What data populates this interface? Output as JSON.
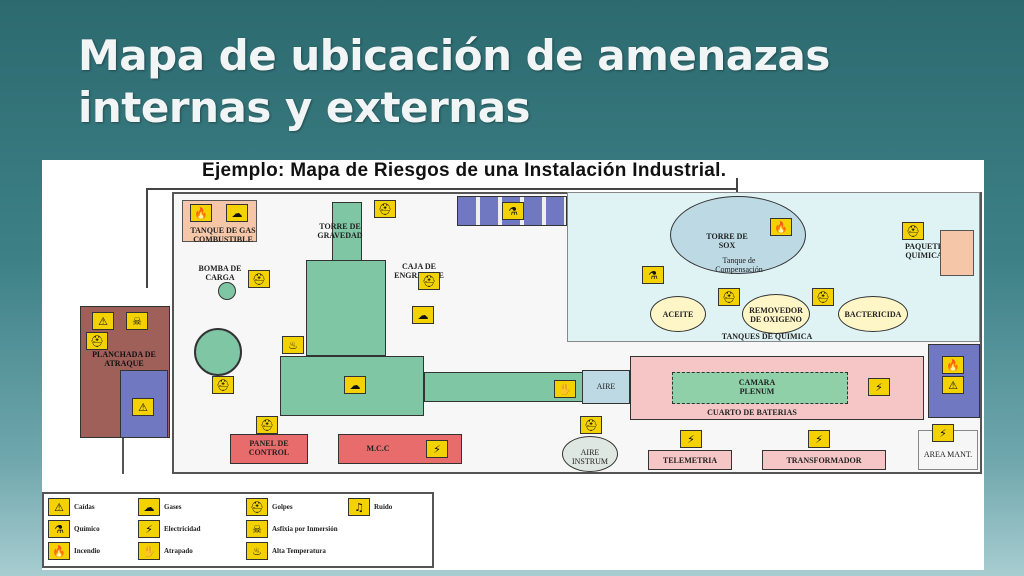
{
  "slide": {
    "title_line1": "Mapa de ubicación de amenazas",
    "title_line2": "internas y externas"
  },
  "figure": {
    "title": "Ejemplo: Mapa de Riesgos de una Instalación Industrial.",
    "labels": {
      "tanque_gas": "TANQUE DE GAS COMBUSTIBLE",
      "bomba": "BOMBA DE CARGA",
      "torre_gravedad": "TORRE DE GRAVEDAD",
      "caja_engranaje": "CAJA DE ENGRANAJE",
      "planchada": "PLANCHADA DE ATRAQUE",
      "panel_control": "PANEL DE CONTROL",
      "mcc": "M.C.C",
      "torre_sox": "TORRE DE SOX",
      "tanque_compensacion": "Tanque de Compensación",
      "paquete_quimica": "PAQUETE QUIMICA",
      "aceite": "ACEITE",
      "removedor": "REMOVEDOR DE OXIGENO",
      "bactericida": "BACTERICIDA",
      "tanques_quimica": "TANQUES DE QUIMICA",
      "camara_plenum": "CAMARA PLENUM",
      "cuarto_baterias": "CUARTO DE BATERIAS",
      "telemetria": "TELEMETRIA",
      "transformador": "TRANSFORMADOR",
      "aire_instrum": "AIRE INSTRUM",
      "aire": "AIRE",
      "area_mant": "AREA MANT."
    }
  },
  "legend": [
    {
      "icon": "caidas-icon",
      "glyph": "⚠",
      "label": "Caídas"
    },
    {
      "icon": "gases-icon",
      "glyph": "☁",
      "label": "Gases"
    },
    {
      "icon": "golpes-icon",
      "glyph": "⛑",
      "label": "Golpes"
    },
    {
      "icon": "ruido-icon",
      "glyph": "♫",
      "label": "Ruido"
    },
    {
      "icon": "quimico-icon",
      "glyph": "⚗",
      "label": "Químico"
    },
    {
      "icon": "electricidad-icon",
      "glyph": "⚡",
      "label": "Electricidad"
    },
    {
      "icon": "asfixia-icon",
      "glyph": "☠",
      "label": "Asfixia por Inmersión"
    },
    {
      "icon": "incendio-icon",
      "glyph": "🔥",
      "label": "Incendio"
    },
    {
      "icon": "atrapado-icon",
      "glyph": "✋",
      "label": "Atrapado"
    },
    {
      "icon": "alta-temperatura-icon",
      "glyph": "♨",
      "label": "Alta Temperatura"
    }
  ],
  "colors": {
    "slide_bg_top": "#2c6a6f",
    "hazard_yellow": "#f3d200",
    "room_pink": "#f6c6c6",
    "process_green": "#7fc6a4",
    "chem_area": "#dff3f4",
    "dock_brown": "#a0605a",
    "panel_red": "#e86c6c"
  }
}
